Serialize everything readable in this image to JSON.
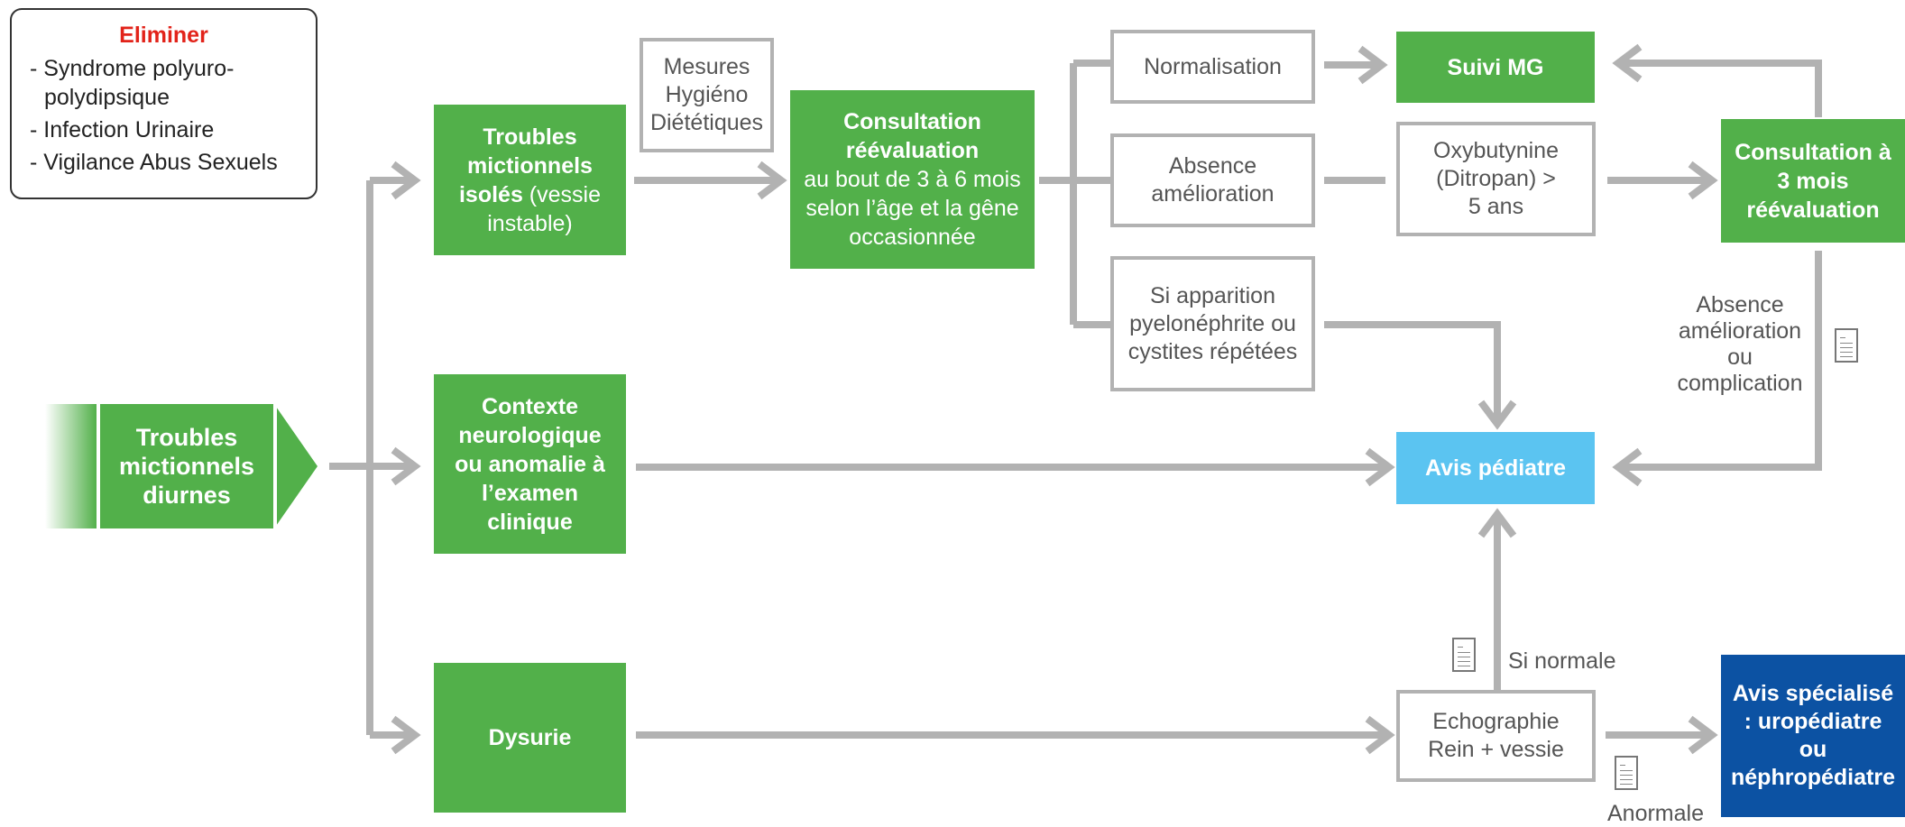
{
  "eliminer": {
    "title": "Eliminer",
    "items": [
      "- Syndrome polyuro-polydipsique",
      "- Infection Urinaire",
      "- Vigilance Abus Sexuels"
    ]
  },
  "start": {
    "label": "Troubles mictionnels diurnes"
  },
  "nodes": {
    "troubles_isoles": {
      "bold": "Troubles mictionnels isolés",
      "normal": " (vessie instable)"
    },
    "contexte_neuro": {
      "label": "Contexte neurologique ou anomalie à l’examen clinique"
    },
    "dysurie": {
      "label": "Dysurie"
    },
    "mhd": {
      "label": "Mesures Hygiéno Diététiques"
    },
    "consultation_reeval": {
      "bold": "Consultation réévaluation",
      "normal": "au bout de 3 à 6 mois selon l’âge et la gêne occasionnée"
    },
    "normalisation": {
      "label": "Normalisation"
    },
    "absence_amelioration": {
      "label": "Absence amélioration"
    },
    "pyelonephrite": {
      "label": "Si apparition pyelonéphrite ou cystites répétées"
    },
    "suivi_mg": {
      "label": "Suivi MG"
    },
    "oxybutynine": {
      "label": "Oxybutynine (Ditropan) > 5 ans"
    },
    "consultation_3mois": {
      "label": "Consultation à 3 mois réévaluation"
    },
    "avis_pediatre": {
      "label": "Avis pédiatre"
    },
    "echographie": {
      "label": "Echographie Rein + vessie"
    },
    "avis_specialise": {
      "label": "Avis spécialisé : uropédiatre ou néphropédiatre"
    }
  },
  "labels": {
    "absence_complication": "Absence amélioration ou complication",
    "si_normale": "Si normale",
    "anormale": "Anormale"
  },
  "colors": {
    "green": "#52b04a",
    "blue": "#5bc4f1",
    "navy": "#0c52a3",
    "arrow_gray": "#b2b2b2",
    "eliminer_red": "#e2231a"
  }
}
